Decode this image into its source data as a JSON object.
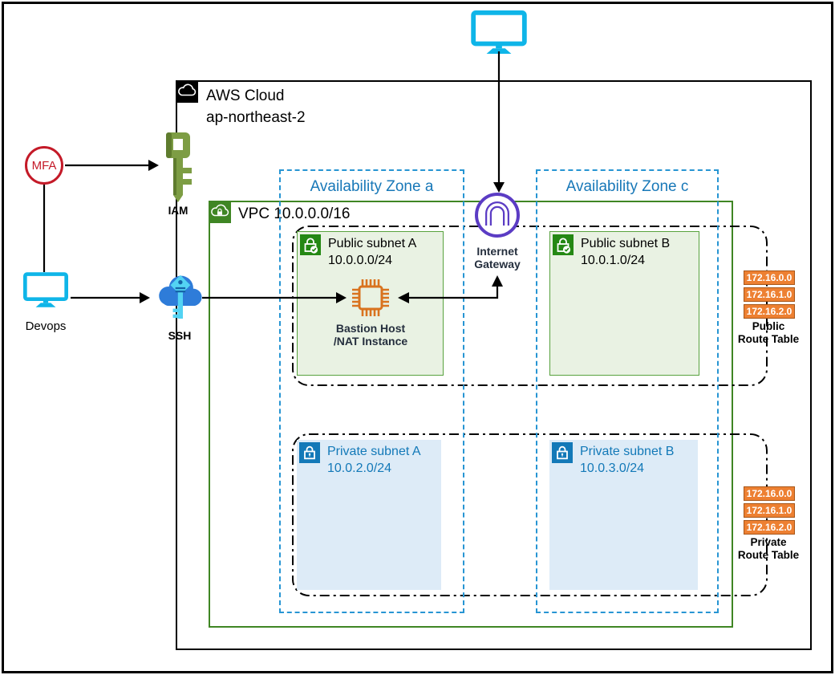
{
  "region": {
    "name": "AWS Cloud",
    "code": "ap-northeast-2"
  },
  "vpc": {
    "label": "VPC 10.0.0.0/16"
  },
  "availability_zones": [
    {
      "label": "Availability Zone a"
    },
    {
      "label": "Availability Zone c"
    }
  ],
  "subnets": [
    {
      "name": "Public subnet A",
      "cidr": "10.0.0.0/24",
      "type": "public"
    },
    {
      "name": "Public subnet B",
      "cidr": "10.0.1.0/24",
      "type": "public"
    },
    {
      "name": "Private subnet A",
      "cidr": "10.0.2.0/24",
      "type": "private"
    },
    {
      "name": "Private subnet B",
      "cidr": "10.0.3.0/24",
      "type": "private"
    }
  ],
  "nodes": {
    "mfa": {
      "label": "MFA"
    },
    "iam": {
      "label": "IAM"
    },
    "devops": {
      "label": "Devops"
    },
    "ssh": {
      "label": "SSH"
    },
    "internet_gateway": {
      "line1": "Internet",
      "line2": "Gateway"
    },
    "bastion": {
      "line1": "Bastion Host",
      "line2": "/NAT Instance"
    }
  },
  "route_tables": [
    {
      "line1": "Public",
      "line2": "Route Table",
      "entries": [
        "172.16.0.0",
        "172.16.1.0",
        "172.16.2.0"
      ]
    },
    {
      "line1": "Private",
      "line2": "Route Table",
      "entries": [
        "172.16.0.0",
        "172.16.1.0",
        "172.16.2.0"
      ]
    }
  ],
  "icons": {
    "region_badge": "aws-cloud-icon",
    "vpc_badge": "vpc-cloud-lock-icon",
    "public_subnet_badge": "lock-check-icon",
    "private_subnet_badge": "lock-icon",
    "internet_gateway": "gateway-arch-icon",
    "bastion": "chip-icon",
    "iam": "key-icon",
    "ssh": "cloud-key-icon",
    "user": "monitor-icon"
  },
  "colors": {
    "region_border": "#000000",
    "vpc_green": "#3f8624",
    "az_blue": "#2795d3",
    "az_text": "#1878b8",
    "public_subnet_fill": "#e9f2e3",
    "public_subnet_border": "#58a23e",
    "public_badge": "#248814",
    "private_subnet_fill": "#ddebf7",
    "private_blue": "#1379b8",
    "orange": "#ed8032",
    "orange_border": "#a85617",
    "cyan": "#0fb5e8",
    "purple": "#5b3cc4",
    "chip_orange": "#d9731f",
    "mfa_red": "#c41a28",
    "iam_green": "#7d9d44",
    "iam_green_dark": "#5f7c2e",
    "ssh_blue": "#2e7cd9",
    "ssh_key": "#53d3f3",
    "label_dark": "#252f3e"
  }
}
